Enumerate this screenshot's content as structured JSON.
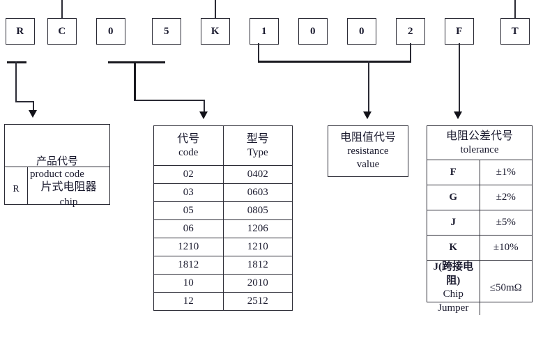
{
  "part_number": {
    "characters": [
      "R",
      "C",
      "0",
      "5",
      "K",
      "1",
      "0",
      "0",
      "2",
      "F",
      "T"
    ]
  },
  "product_code": {
    "title_cn": "产品代号",
    "title_en": "product code",
    "symbol": "R",
    "desc_cn": "片式电阻器",
    "desc_en": "chip"
  },
  "size_table": {
    "header": {
      "code_cn": "代号",
      "code_en": "code",
      "type_cn": "型号",
      "type_en": "Type"
    },
    "rows": [
      {
        "code": "02",
        "type": "0402"
      },
      {
        "code": "03",
        "type": "0603"
      },
      {
        "code": "05",
        "type": "0805"
      },
      {
        "code": "06",
        "type": "1206"
      },
      {
        "code": "1210",
        "type": "1210"
      },
      {
        "code": "1812",
        "type": "1812"
      },
      {
        "code": "10",
        "type": "2010"
      },
      {
        "code": "12",
        "type": "2512"
      }
    ]
  },
  "resistance_value": {
    "title_cn": "电阻值代号",
    "title_en_line1": "resistance",
    "title_en_line2": "value"
  },
  "tolerance_table": {
    "header_cn": "电阻公差代号",
    "header_en": "tolerance",
    "rows": [
      {
        "symbol": "F",
        "value": "±1%"
      },
      {
        "symbol": "G",
        "value": "±2%"
      },
      {
        "symbol": "J",
        "value": "±5%"
      },
      {
        "symbol": "K",
        "value": "±10%"
      }
    ],
    "jumper": {
      "symbol_line1": "J(跨接电",
      "symbol_line2": "阻)",
      "symbol_line3": "Chip",
      "symbol_line4": "Jumper",
      "value": "≤50mΩ"
    }
  }
}
